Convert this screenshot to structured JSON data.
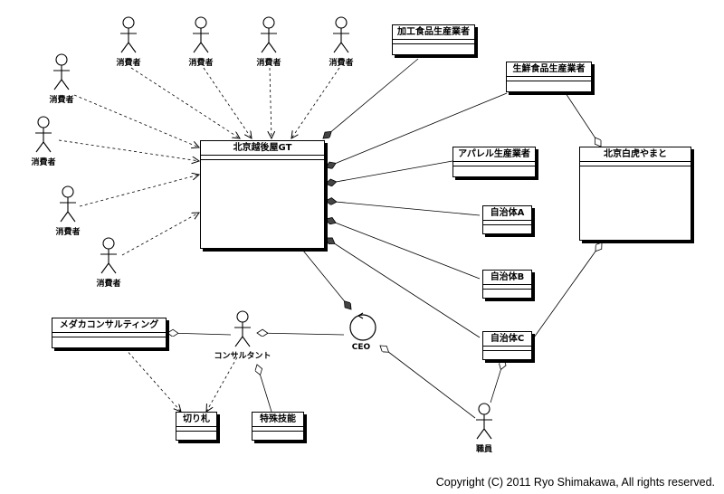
{
  "classes": {
    "hokkaido_gt": "北京越後屋GT",
    "processed_food": "加工食品生産業者",
    "fresh_food": "生鮮食品生産業者",
    "apparel": "アパレル生産業者",
    "muni_a": "自治体A",
    "muni_b": "自治体B",
    "muni_c": "自治体C",
    "yamato": "北京白虎やまと",
    "medaka": "メダカコンサルティング",
    "kirifuda": "切り札",
    "tokushu": "特殊技能"
  },
  "actors": {
    "consumer": "消費者",
    "consultant": "コンサルタント",
    "staff": "職員"
  },
  "entity": {
    "ceo": "CEO"
  },
  "copyright": "Copyright (C) 2011 Ryo Shimakawa, All rights reserved."
}
